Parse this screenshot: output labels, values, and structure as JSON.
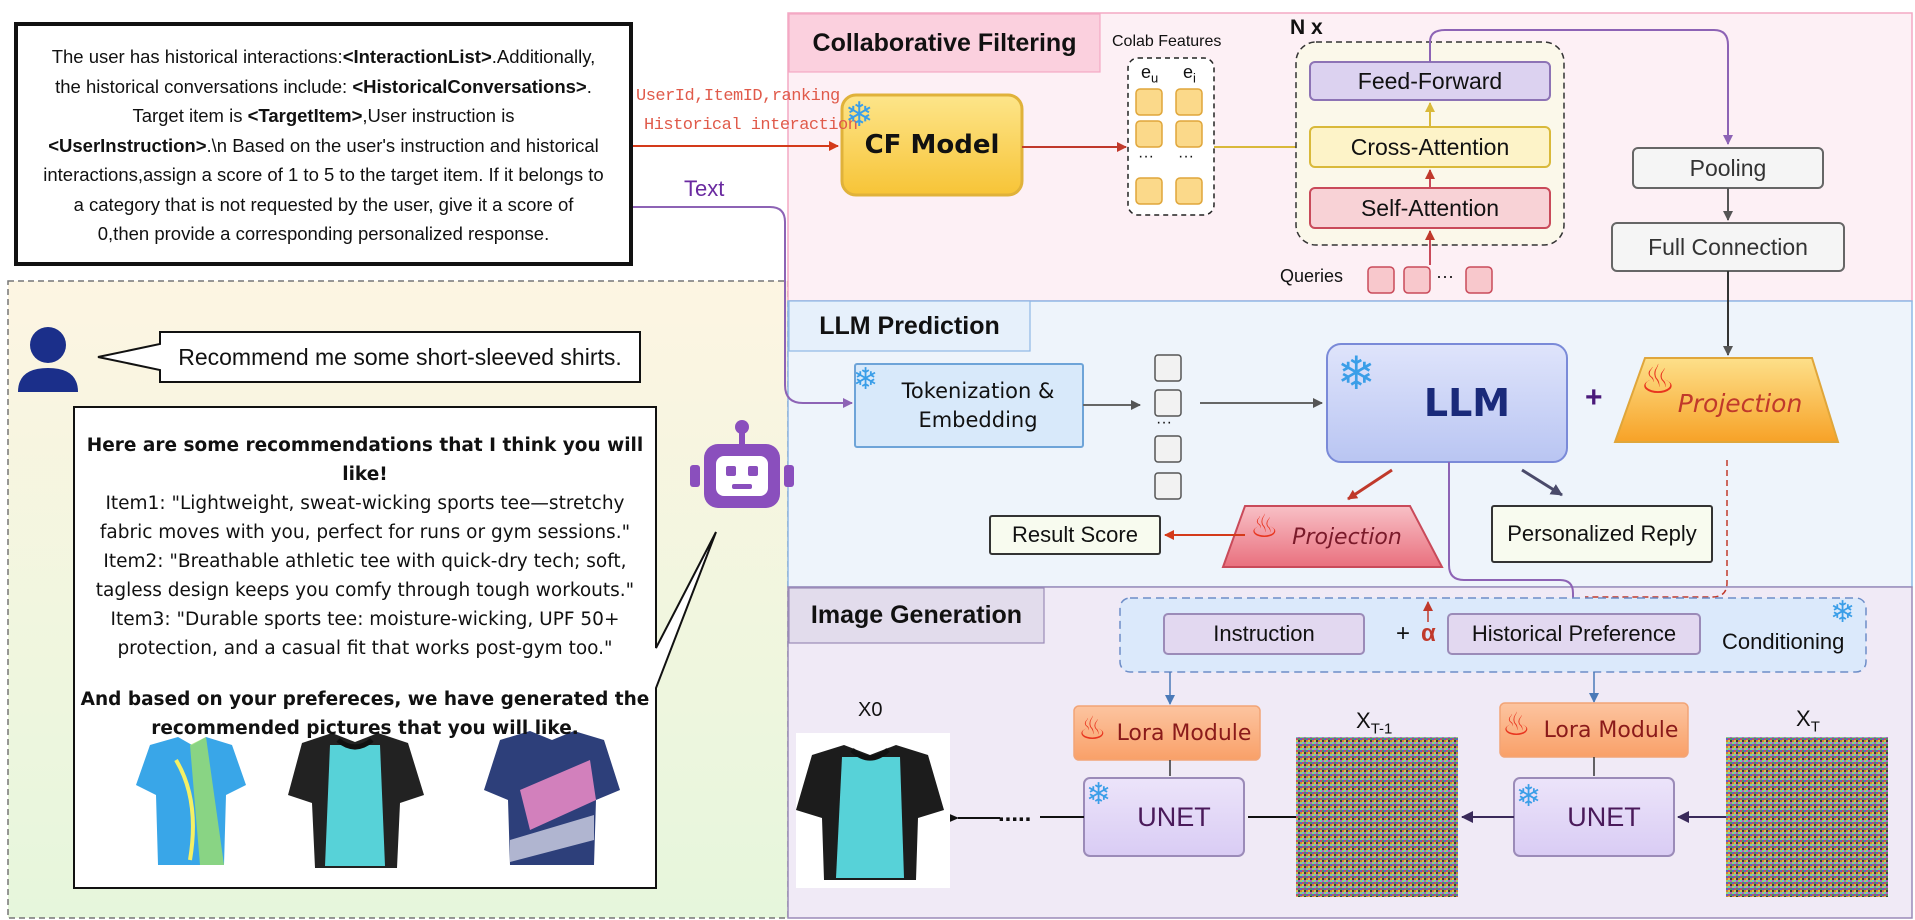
{
  "input_prompt": {
    "l1a": "The user has historical interactions:",
    "l1b": "<InteractionList>",
    "l1c": ".Additionally,",
    "l2a": "the historical conversations include: ",
    "l2b": "<HistoricalConversations>",
    "l2c": ".",
    "l3a": "Target item is ",
    "l3b": "<TargetItem>",
    "l3c": ",User instruction is",
    "l4a": "<UserInstruction>",
    "l4b": ".\\n Based on the user's instruction and historical",
    "l5": "interactions,assign a score of 1 to 5 to the target item. If it belongs to",
    "l6": "a category that is not requested by the user, give it a score of",
    "l7": "0,then provide a corresponding personalized response."
  },
  "arrow_labels": {
    "cf_input_1": "UserId,ItemID,ranking",
    "cf_input_2": "Historical interaction",
    "text": "Text"
  },
  "chat": {
    "user_message": "Recommend me some short-sleeved shirts.",
    "bot_heading": "Here are some recommendations that I think you will like!",
    "item1_a": "Item1: \"Lightweight, sweat-wicking sports tee—stretchy",
    "item1_b": "fabric moves with you, perfect for runs or gym sessions.\"",
    "item2_a": "Item2: \"Breathable athletic tee with quick-dry tech; soft,",
    "item2_b": "tagless design keeps you comfy through tough workouts.\"",
    "item3_a": "Item3: \"Durable sports tee: moisture-wicking, UPF 50+",
    "item3_b": "protection, and a casual fit that works post-gym too.\"",
    "closing_a": "And based on your prefereces, we have generated the",
    "closing_b": "recommended pictures that you will like."
  },
  "collaborative_filtering": {
    "title": "Collaborative Filtering",
    "cf_model": "CF Model",
    "colab_features": "Colab Features",
    "eu": "e",
    "eu_sub": "u",
    "ei": "e",
    "ei_sub": "i",
    "dots": "···",
    "nx": "N x",
    "feed_forward": "Feed-Forward",
    "cross_attention": "Cross-Attention",
    "self_attention": "Self-Attention",
    "queries": "Queries",
    "queries_dots": "···",
    "pooling": "Pooling",
    "full_connection": "Full Connection"
  },
  "llm_prediction": {
    "title": "LLM Prediction",
    "tokenization": "Tokenization &",
    "embedding": "Embedding",
    "token_dots": "···",
    "llm": "LLM",
    "plus": "+",
    "projection_top": "Projection",
    "projection_mid": "Projection",
    "result_score": "Result Score",
    "personalized_reply": "Personalized Reply"
  },
  "image_generation": {
    "title": "Image Generation",
    "instruction": "Instruction",
    "plus": "+",
    "alpha": "α",
    "historical_preference": "Historical Preference",
    "conditioning": "Conditioning",
    "x0": "X0",
    "xt1": "X",
    "xt1_sub": "T-1",
    "xt": "X",
    "xt_sub": "T",
    "lora_left": "Lora Module",
    "lora_right": "Lora Module",
    "unet_left": "UNET",
    "unet_right": "UNET",
    "ellipsis": "....."
  },
  "colors": {
    "cf_bg": "#fdf0f5",
    "cf_border": "#f4a9c4",
    "llm_bg": "#eef4fb",
    "llm_border": "#8fb8e6",
    "img_bg": "#f0eaf6",
    "img_border": "#9b8bb8",
    "chat_gradient_top": "#fdf7e6",
    "chat_gradient_bottom": "#e8f6df",
    "cf_model_fill": "#fbd45a",
    "robot": "#8a4fbd",
    "user_icon": "#1b2f8a",
    "arrow_red": "#d43a1a",
    "arrow_purple": "#8d63b5"
  },
  "icons": {
    "snowflake": "snowflake-icon",
    "fire": "fire-icon",
    "user": "user-icon",
    "robot": "robot-icon"
  }
}
